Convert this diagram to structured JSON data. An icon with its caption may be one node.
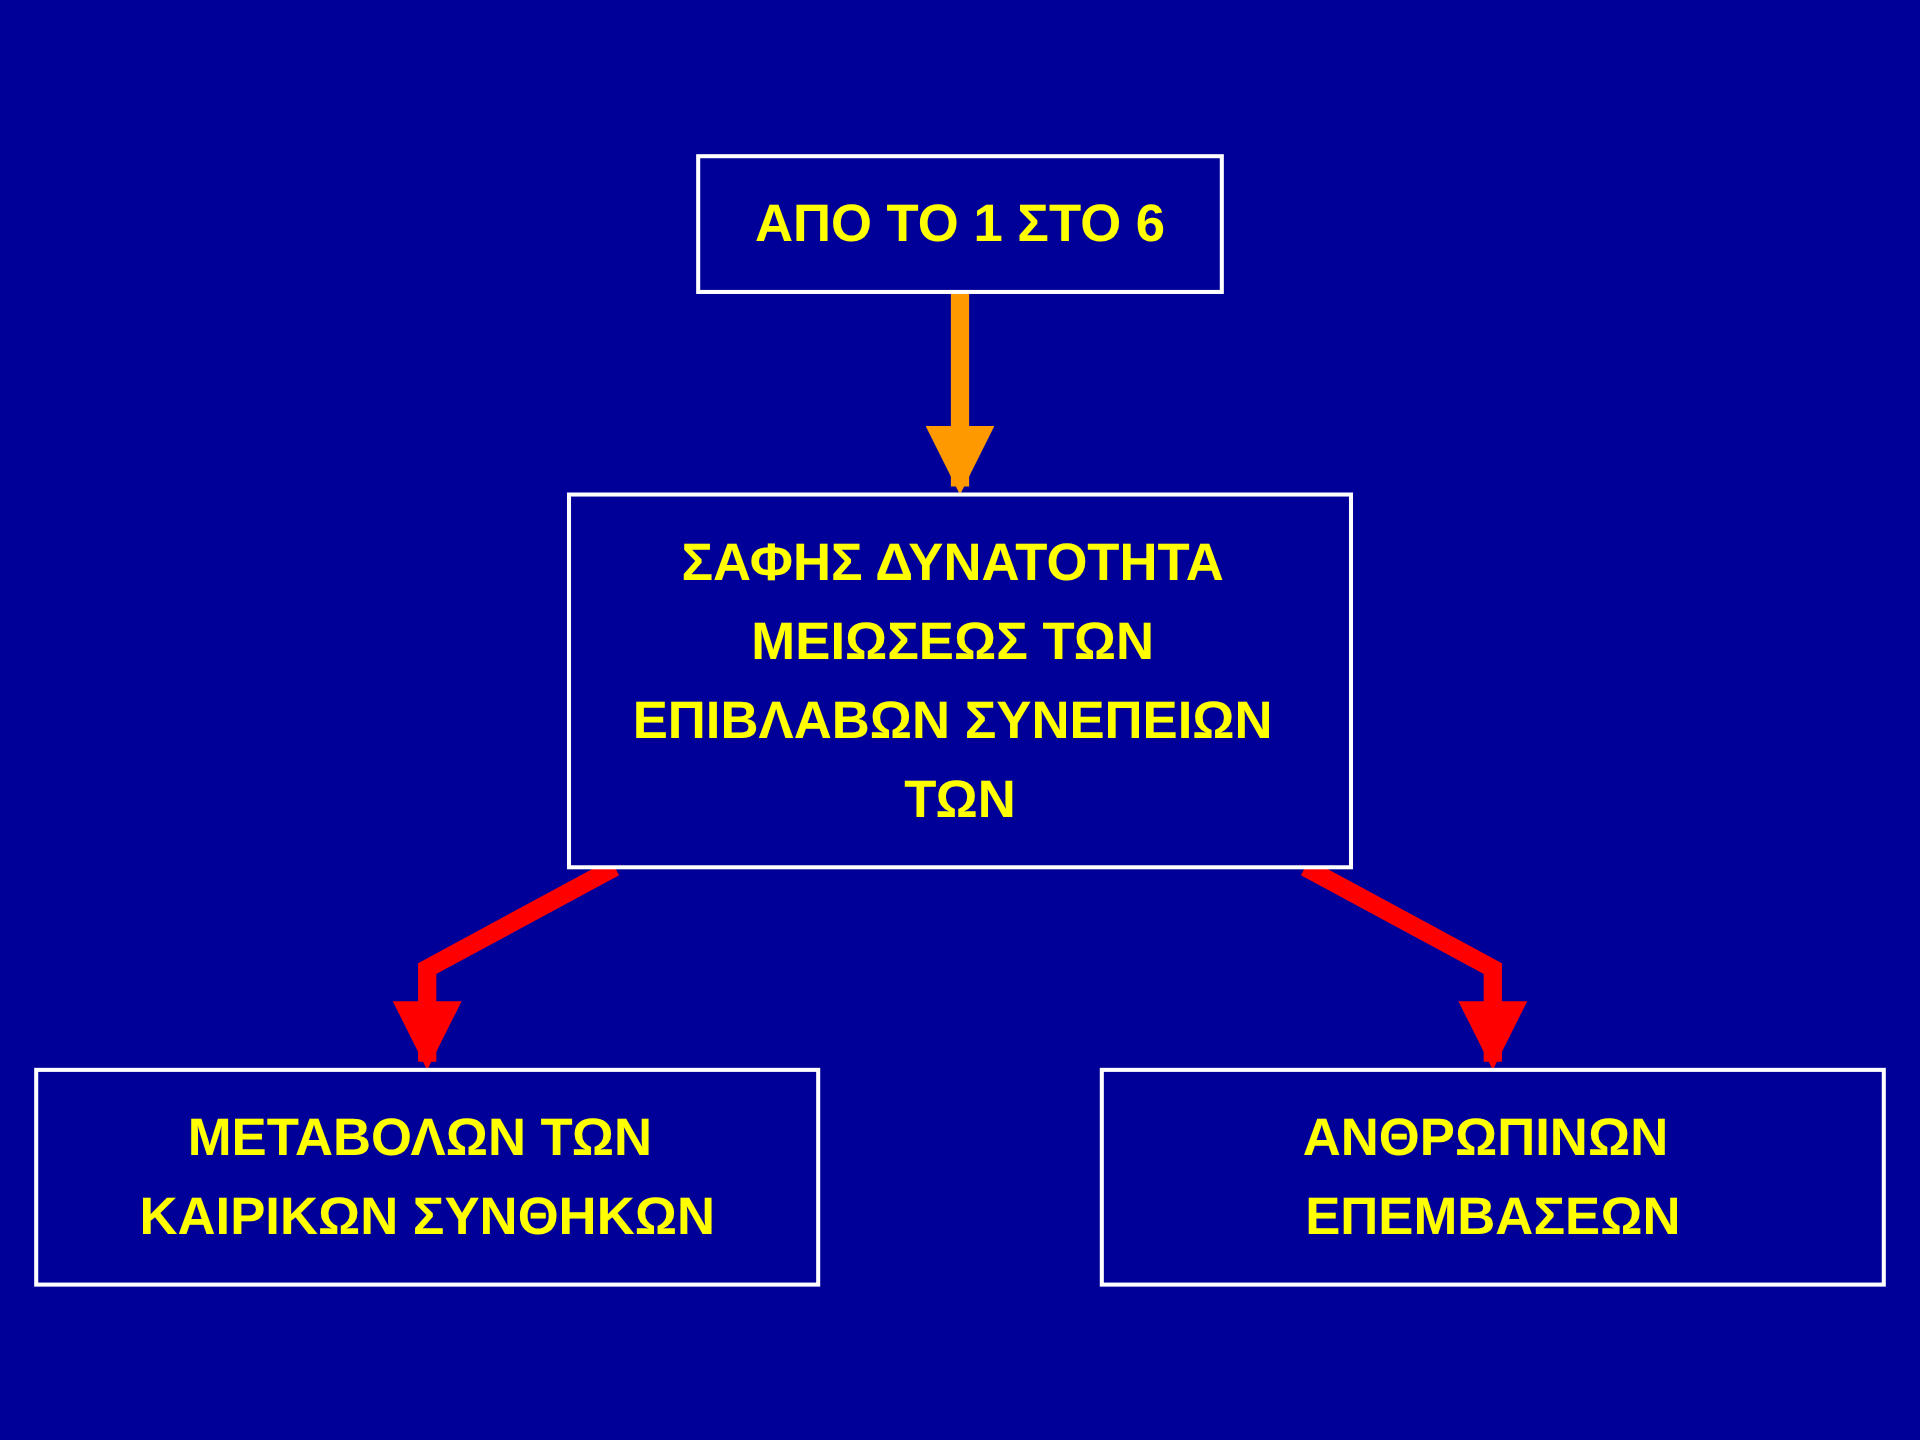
{
  "diagram": {
    "nodes": [
      {
        "text": [
          "ΑΠΟ ΤΟ 1 ΣΤΟ 6"
        ]
      },
      {
        "text": [
          "ΣΑΦΗΣ ΔΥΝΑΤΟΤΗΤΑ ΜΕΙΩΣΕΩΣ ΤΩΝ ΕΠΙΒΛΑΒΩΝ ΣΥΝΕΠΕΙΩΝ ΤΩΝ"
        ]
      },
      {
        "text": [
          "ΜΕΤΑΒΟΛΩΝ ΤΩΝ ΚΑΙΡΙΚΩΝ ΣΥΝΘΗΚΩΝ"
        ]
      },
      {
        "text": [
          "ΑΝΘΡΩΠΙΝΩΝ ΕΠΕΜΒΑΣΕΩΝ"
        ]
      }
    ],
    "edges": [
      {
        "from": 0,
        "to": 1,
        "arrow": "to",
        "color": "#ff9900"
      },
      {
        "from": 1,
        "to": 2,
        "arrow": "to"
      },
      {
        "from": 1,
        "to": 3,
        "arrow": "to"
      }
    ]
  }
}
